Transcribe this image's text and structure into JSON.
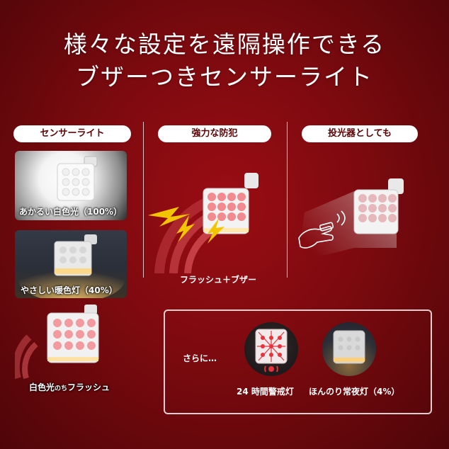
{
  "headline": {
    "line1": "様々な設定を遠隔操作できる",
    "line2": "ブザーつきセンサーライト"
  },
  "columns": {
    "sensor_light": {
      "title": "センサーライト",
      "modes": [
        {
          "caption": "あかるい白色光（100%）"
        },
        {
          "caption": "やさしい暖色灯（40%）"
        },
        {
          "caption_main": "白色光",
          "caption_small": "のち",
          "caption_end": "フラッシュ"
        }
      ]
    },
    "crime_prevention": {
      "title": "強力な防犯",
      "caption": "フラッシュ＋ブザー"
    },
    "floodlight": {
      "title": "投光器としても"
    }
  },
  "extras": {
    "lead": "さらに…",
    "items": [
      {
        "caption": "24 時間警戒灯"
      },
      {
        "caption": "ほんのり常夜灯（4%）"
      }
    ]
  },
  "colors": {
    "background": "#7c0a0f",
    "pill_text": "#5a0406",
    "bolt": "#f3c400",
    "led_red": "#e8323c",
    "warm_glow": "#f2c46a"
  },
  "icons": [
    "lightning-bolt-icon",
    "remote-control-hand-icon",
    "sound-wave-icon"
  ]
}
